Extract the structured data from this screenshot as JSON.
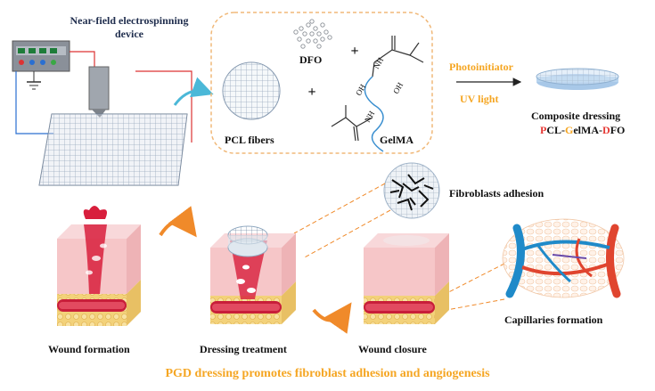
{
  "labels": {
    "device_line1": "Near-field electrospinning",
    "device_line2": "device",
    "dfo": "DFO",
    "pcl_fibers": "PCL fibers",
    "gelma": "GelMA",
    "photoinitiator": "Photoinitiator",
    "uv_light": "UV light",
    "composite_line1": "Composite dressing",
    "composite_p": "P",
    "composite_cl": "CL-",
    "composite_g": "G",
    "composite_elma": "elMA-",
    "composite_d": "D",
    "composite_fo": "FO",
    "fibroblasts_adhesion": "Fibroblasts adhesion",
    "capillaries_formation": "Capillaries formation",
    "wound_formation": "Wound formation",
    "dressing_treatment": "Dressing treatment",
    "wound_closure": "Wound closure",
    "caption": "PGD dressing promotes fibroblast adhesion and angiogenesis"
  },
  "chem": {
    "plus": "+",
    "nh": "NH",
    "oh": "OH"
  },
  "colors": {
    "label_dark": "#1f2d4d",
    "accent_orange": "#f5a623",
    "composite_red": "#e53935",
    "dashed_border": "#f0b878",
    "arrow_cyan": "#4bb8d8",
    "arrow_orange": "#f08a2a",
    "skin_pink": "#f6c6c8",
    "fat_yellow": "#f3d27a",
    "blood_red": "#d81e3c",
    "vessel_blue": "#1f8ac9",
    "vessel_red": "#e0452f"
  }
}
